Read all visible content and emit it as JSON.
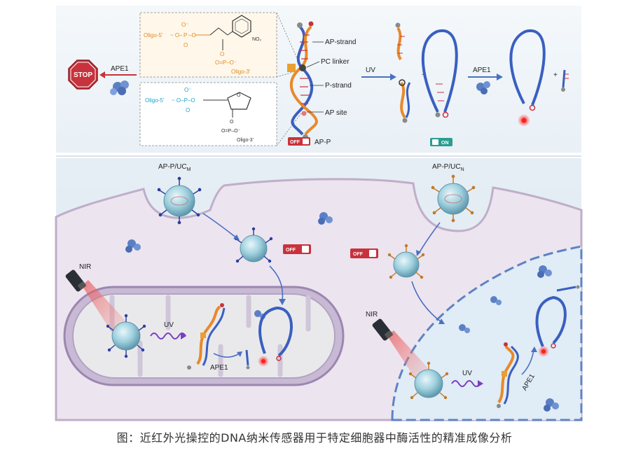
{
  "top_panel": {
    "stop_sign": "STOP",
    "ape1_left": "APE1",
    "chem_orange": {
      "oligo5": "Oligo-5'",
      "o_minus": "O⁻",
      "p": "P",
      "o": "O",
      "no2": "NO₂",
      "oligo3": "Oligo-3'"
    },
    "chem_blue": {
      "oligo5": "Oligo-5'",
      "oligo3": "Oligo-3'"
    },
    "labels": {
      "ap_strand": "AP-strand",
      "pc_linker": "PC linker",
      "p_strand": "P-strand",
      "ap_site": "AP site",
      "ap_p": "AP-P"
    },
    "uv": "UV",
    "plus": "+",
    "ape1_right": "APE1",
    "switch_off": "OFF",
    "switch_on": "ON"
  },
  "bottom_panel": {
    "ap_p_ucm": "AP-P/UC",
    "ap_p_ucm_sub": "M",
    "ap_p_ucn": "AP-P/UC",
    "ap_p_ucn_sub": "N",
    "nir_left": "NIR",
    "nir_right": "NIR",
    "uv_left": "UV",
    "uv_right": "UV",
    "ape1_mito": "APE1",
    "ape1_nucleus": "APE1",
    "off_left": "OFF",
    "off_right": "OFF"
  },
  "caption": "图：近红外光操控的DNA纳米传感器用于特定细胞器中酶活性的精准成像分析",
  "colors": {
    "orange_strand": "#e8892a",
    "blue_strand": "#3a5fc0",
    "switch_off": "#c8323c",
    "switch_on": "#2a9d8f",
    "cell": "#ece4ef",
    "nanoparticle": "#7fb8c9"
  }
}
